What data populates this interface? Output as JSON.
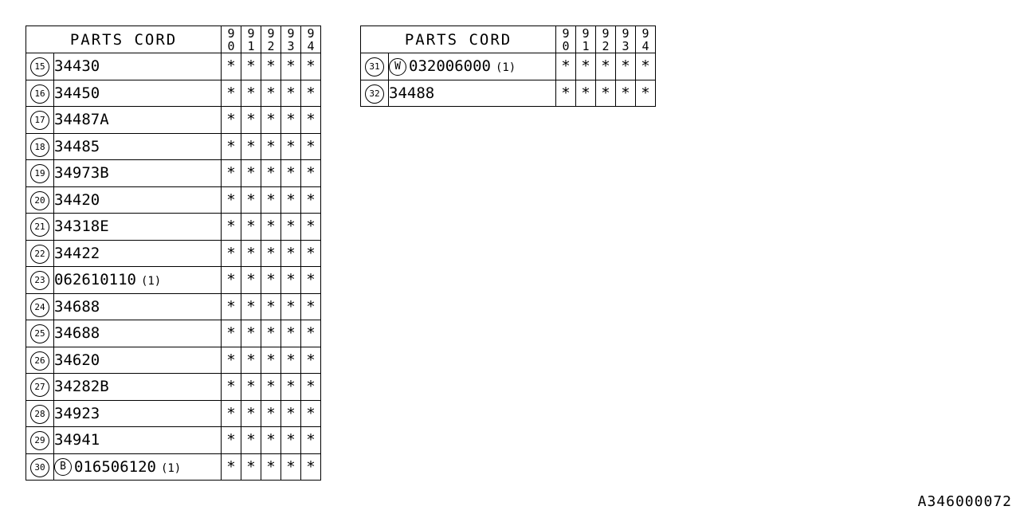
{
  "header_label": "PARTS CORD",
  "years": [
    [
      "9",
      "0"
    ],
    [
      "9",
      "1"
    ],
    [
      "9",
      "2"
    ],
    [
      "9",
      "3"
    ],
    [
      "9",
      "4"
    ]
  ],
  "mark": "*",
  "left_rows": [
    {
      "num": "15",
      "prefix": "",
      "code": "34430",
      "qty": ""
    },
    {
      "num": "16",
      "prefix": "",
      "code": "34450",
      "qty": ""
    },
    {
      "num": "17",
      "prefix": "",
      "code": "34487A",
      "qty": ""
    },
    {
      "num": "18",
      "prefix": "",
      "code": "34485",
      "qty": ""
    },
    {
      "num": "19",
      "prefix": "",
      "code": "34973B",
      "qty": ""
    },
    {
      "num": "20",
      "prefix": "",
      "code": "34420",
      "qty": ""
    },
    {
      "num": "21",
      "prefix": "",
      "code": "34318E",
      "qty": ""
    },
    {
      "num": "22",
      "prefix": "",
      "code": "34422",
      "qty": ""
    },
    {
      "num": "23",
      "prefix": "",
      "code": "062610110",
      "qty": "(1)"
    },
    {
      "num": "24",
      "prefix": "",
      "code": "34688",
      "qty": ""
    },
    {
      "num": "25",
      "prefix": "",
      "code": "34688",
      "qty": ""
    },
    {
      "num": "26",
      "prefix": "",
      "code": "34620",
      "qty": ""
    },
    {
      "num": "27",
      "prefix": "",
      "code": "34282B",
      "qty": ""
    },
    {
      "num": "28",
      "prefix": "",
      "code": "34923",
      "qty": ""
    },
    {
      "num": "29",
      "prefix": "",
      "code": "34941",
      "qty": ""
    },
    {
      "num": "30",
      "prefix": "B",
      "code": "016506120",
      "qty": "(1)"
    }
  ],
  "right_rows": [
    {
      "num": "31",
      "prefix": "W",
      "code": "032006000",
      "qty": "(1)"
    },
    {
      "num": "32",
      "prefix": "",
      "code": "34488",
      "qty": ""
    }
  ],
  "footer_code": "A346000072"
}
